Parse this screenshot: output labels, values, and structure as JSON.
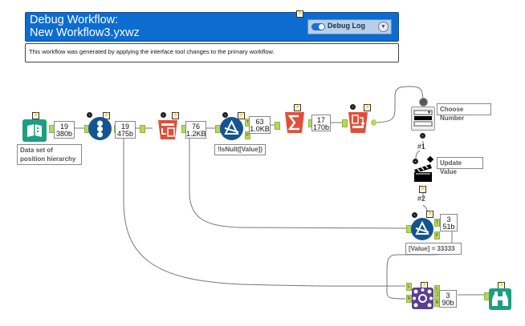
{
  "header": {
    "title": "Debug Workflow:\nNew Workflow3.yxwz",
    "debug_button_label": "Debug Log",
    "description": "This workflow was generated by applying the interface tool changes to the primary workflow."
  },
  "colors": {
    "header_bg": "#0c6cd0",
    "input_tool": "#1c9e82",
    "formula_tools": "#e04f3a",
    "filter_tools": "#14558f",
    "join_tool": "#5b3f8f",
    "browse_tool": "#1c9e82",
    "anchor": "#b6d65c"
  },
  "tools": {
    "input": {
      "icon": "book-icon",
      "annotation": "Data set of\nposition hierarchy",
      "records": "19",
      "size": "380b"
    },
    "record_id": {
      "icon": "record-id-icon",
      "records": "19",
      "size": "475b"
    },
    "select": {
      "icon": "select-icon",
      "records": "76",
      "size": "1.2KB"
    },
    "filter1": {
      "icon": "filter-icon",
      "annotation": "!IsNull([Value])",
      "true_records": "63",
      "true_size": "1.0KB",
      "anchor_true": "T",
      "anchor_false": "F"
    },
    "summarize": {
      "icon": "sigma-icon",
      "records": "17",
      "size": "170b"
    },
    "sort": {
      "icon": "sort-icon"
    },
    "dropdown": {
      "icon": "dropdown-icon",
      "annotation": "Choose Number",
      "connection_label": "#1"
    },
    "action": {
      "icon": "clapperboard-icon",
      "annotation": "Update Value",
      "connection_label": "#2"
    },
    "filter2": {
      "icon": "filter-icon",
      "annotation": "[Value] = 33333",
      "true_records": "3",
      "true_size": "51b",
      "anchor_true": "T",
      "anchor_false": "F"
    },
    "join": {
      "icon": "join-icon",
      "records": "3",
      "size": "90b",
      "in_left": "L",
      "in_right": "R",
      "out_left": "L",
      "out_join": "J",
      "out_right": "R"
    },
    "browse": {
      "icon": "binoculars-icon"
    }
  }
}
